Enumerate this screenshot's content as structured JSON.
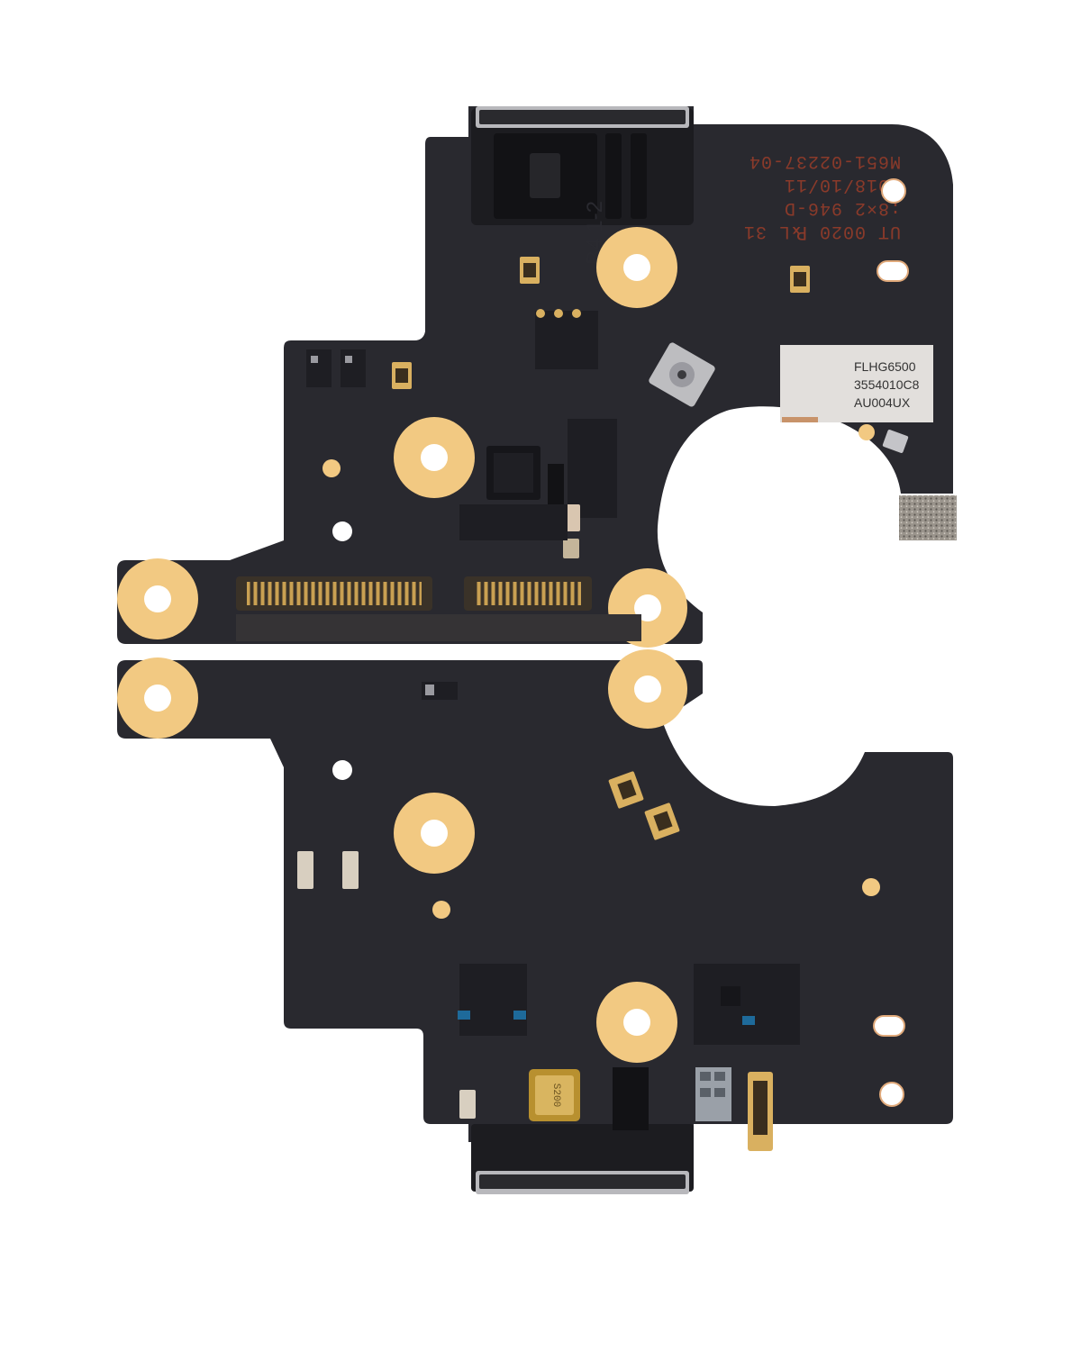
{
  "silkscreen_lines": [
    "UT 0020 ℞L 31",
    ":8×2 946-D",
    "2018/10/11",
    "M651-02237-04"
  ],
  "board_marking": "B4 1-2",
  "sticker_lines": [
    "FLHG6500",
    "3554010C8",
    "AU004UX"
  ],
  "crystal_text": "S200",
  "colors": {
    "background": "#ffffff",
    "pcb": "#29292f",
    "pad_gold": "#f2c982",
    "connector": "#1c1c20",
    "copper_silk": "#8a3a2a"
  }
}
